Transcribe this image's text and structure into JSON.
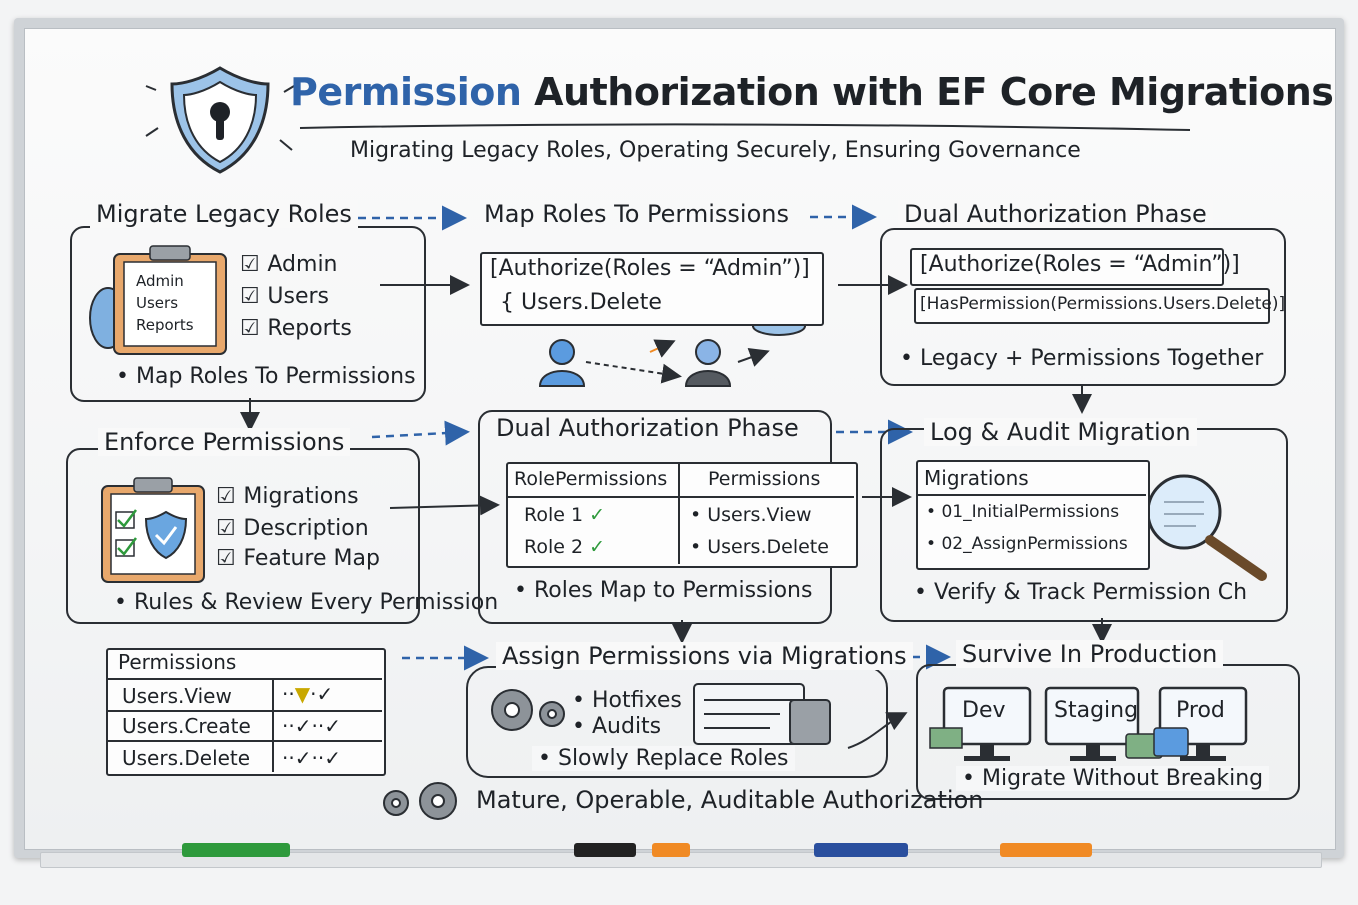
{
  "title": {
    "accent": "Permission",
    "rest": "Authorization with EF Core Migrations"
  },
  "subtitle": "Migrating Legacy Roles, Operating Securely, Ensuring Governance",
  "legacy": {
    "heading": "Migrate Legacy Roles",
    "clipboard": [
      "Admin",
      "Users",
      "Reports"
    ],
    "items": [
      "Admin",
      "Users",
      "Reports"
    ],
    "bullet": "Map Roles To Permissions"
  },
  "map_roles": {
    "heading": "Map Roles To Permissions",
    "code_line1": "[Authorize(Roles = “Admin”)]",
    "code_line2": "{ Users.Delete"
  },
  "dual_top": {
    "heading": "Dual Authorization Phase",
    "code_line1": "[Authorize(Roles = “Admin”)]",
    "code_line2": "[HasPermission(Permissions.Users.Delete)]",
    "bullet": "Legacy + Permissions Together"
  },
  "enforce": {
    "heading": "Enforce Permissions",
    "items": [
      "Migrations",
      "Description",
      "Feature Map"
    ],
    "bullet": "Rules & Review Every Permission"
  },
  "dual_mid": {
    "heading": "Dual Authorization Phase",
    "col1": "RolePermissions",
    "col2": "Permissions",
    "rows": [
      {
        "role": "Role 1",
        "perm": "Users.View"
      },
      {
        "role": "Role 2",
        "perm": "Users.Delete"
      }
    ],
    "bullet": "Roles Map to Permissions"
  },
  "audit": {
    "heading": "Log & Audit Migration",
    "panel_title": "Migrations",
    "entries": [
      "01_InitialPermissions",
      "02_AssignPermissions"
    ],
    "bullet": "Verify & Track Permission Ch"
  },
  "permissions_table": {
    "header": "Permissions",
    "rows": [
      "Users.View",
      "Users.Create",
      "Users.Delete"
    ]
  },
  "assign": {
    "heading": "Assign Permissions via Migrations",
    "items": [
      "Hotfixes",
      "Audits"
    ],
    "bullet": "Slowly Replace Roles"
  },
  "production": {
    "heading": "Survive In Production",
    "envs": [
      "Dev",
      "Staging",
      "Prod"
    ],
    "bullet": "Migrate Without Breaking"
  },
  "footer": "Mature, Operable, Auditable Authorization",
  "colors": {
    "accent": "#2f63a9",
    "ink": "#1e2227",
    "marker_green": "#2e9a3c",
    "marker_black": "#222222",
    "marker_orange": "#f08a24",
    "marker_blue": "#2a4f9e"
  }
}
